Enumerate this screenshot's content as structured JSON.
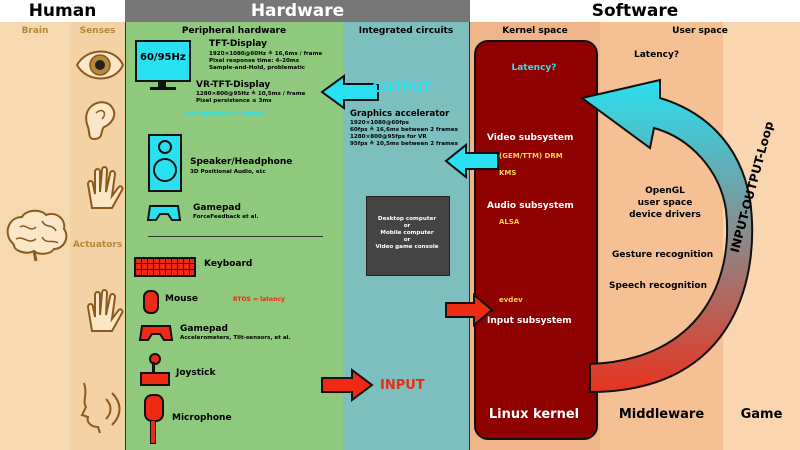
{
  "headers": {
    "human": "Human",
    "hardware": "Hardware",
    "software": "Software"
  },
  "subheaders": {
    "brain": "Brain",
    "senses": "Senses",
    "actuators": "Actuators",
    "peripheral": "Peripheral hardware",
    "integrated": "Integrated circuits",
    "kernel_space": "Kernel space",
    "user_space": "User space"
  },
  "peripherals": {
    "monitor_label": "60/95Hz",
    "tft_title": "TFT-Display",
    "tft_lines": [
      "1920×1080@60Hz ≙ 16,6ms / frame",
      "Pixel response time: 4–20ms",
      "Sample-and-Hold, problematic"
    ],
    "vr_title": "VR-TFT-Display",
    "vr_lines": [
      "1280×800@95Hz ≙ 10,5ms / frame",
      "Pixel persistence ≤ 3ms"
    ],
    "vr_note": "Pen suppression / display",
    "speaker_title": "Speaker/Headphone",
    "speaker_sub": "3D Positional Audio, etc",
    "gamepad_out_title": "Gamepad",
    "gamepad_out_sub": "ForceFeedback et al.",
    "keyboard": "Keyboard",
    "mouse": "Mouse",
    "rtos": "RTOS ≈ latency",
    "gamepad_in_title": "Gamepad",
    "gamepad_in_sub": "Accelerometers, Tilt-sensors, et al.",
    "joystick": "Joystick",
    "microphone": "Microphone"
  },
  "integrated": {
    "output": "OUTPUT",
    "input": "INPUT",
    "gpu_title": "Graphics accelerator",
    "gpu_lines": [
      "1920×1080@60fps",
      "60fps ≙ 16,6ms between 2 frames",
      "1280×800@95fps for VR",
      "95fps ≙ 10,5ms between 2 frames"
    ],
    "device_lines": [
      "Desktop computer",
      "or",
      "Mobile computer",
      "or",
      "Video game console"
    ]
  },
  "kernel": {
    "latency": "Latency?",
    "video": "Video subsystem",
    "drm": "(GEM/TTM) DRM",
    "kms": "KMS",
    "audio": "Audio subsystem",
    "alsa": "ALSA",
    "evdev": "evdev",
    "input": "Input subsystem",
    "label": "Linux kernel"
  },
  "userspace": {
    "latency": "Latency?",
    "loop": "INPUT-OUTPUT-Loop",
    "opengl": [
      "OpenGL",
      "user space",
      "device drivers"
    ],
    "gesture": "Gesture recognition",
    "speech": "Speech recognition",
    "middleware": "Middleware",
    "game": "Game"
  },
  "colors": {
    "brain_bg": "#f5d9b0",
    "hardware_bg": "#8ec97e",
    "ic_bg": "#7dbfbf",
    "kernel_bg": "#f0b48a",
    "kernel_box": "#8f0000",
    "middleware_bg": "#f6c095",
    "game_bg": "#f9d5b0",
    "cyan": "#29e0f0",
    "red": "#ee2a15",
    "yellow": "#ffd24a"
  }
}
